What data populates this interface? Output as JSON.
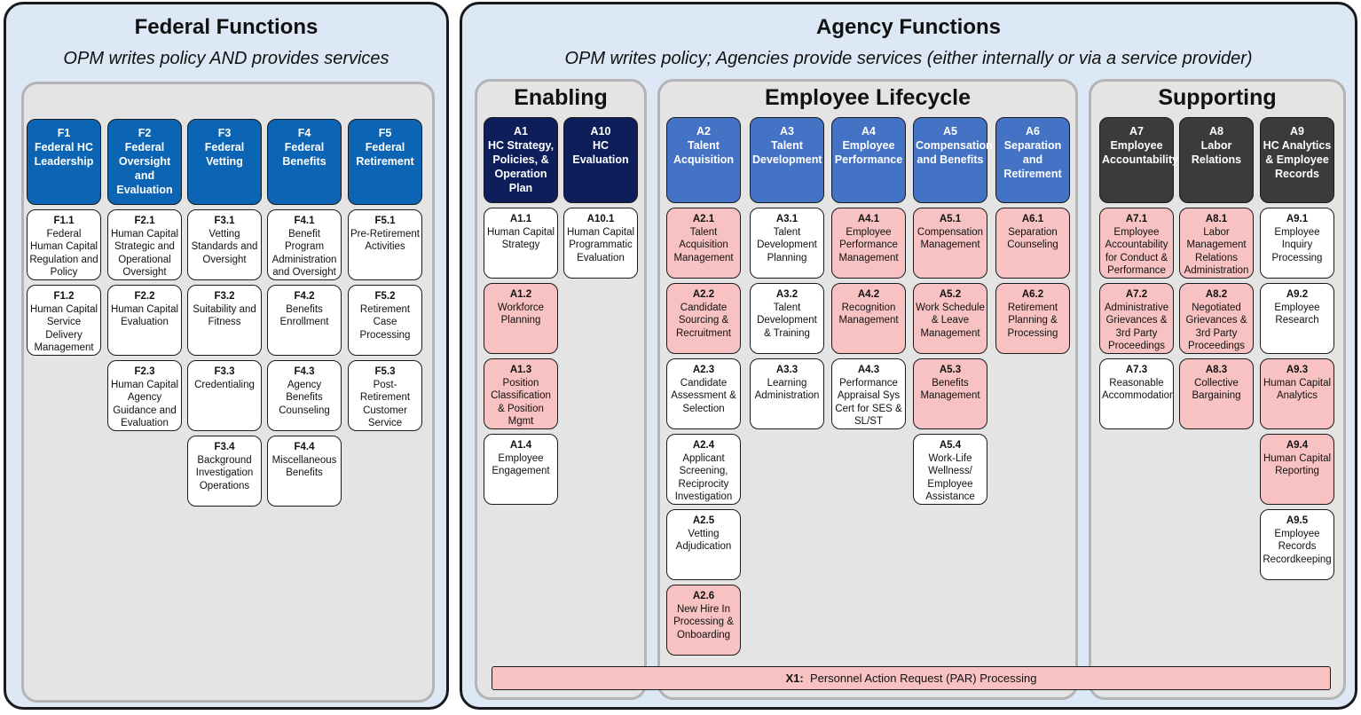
{
  "federal": {
    "title": "Federal Functions",
    "subtitle": "OPM writes policy AND provides services",
    "columns": [
      {
        "code": "F1",
        "name": "Federal HC Leadership",
        "cards": [
          {
            "code": "F1.1",
            "name": "Federal Human Capital Regulation and Policy",
            "highlight": false
          },
          {
            "code": "F1.2",
            "name": "Human Capital Service Delivery Management",
            "highlight": false
          }
        ]
      },
      {
        "code": "F2",
        "name": "Federal Oversight and Evaluation",
        "cards": [
          {
            "code": "F2.1",
            "name": "Human Capital Strategic and Operational Oversight",
            "highlight": false
          },
          {
            "code": "F2.2",
            "name": "Human Capital Evaluation",
            "highlight": false
          },
          {
            "code": "F2.3",
            "name": "Human Capital Agency Guidance and Evaluation",
            "highlight": false
          }
        ]
      },
      {
        "code": "F3",
        "name": "Federal Vetting",
        "cards": [
          {
            "code": "F3.1",
            "name": "Vetting Standards and Oversight",
            "highlight": false
          },
          {
            "code": "F3.2",
            "name": "Suitability and Fitness",
            "highlight": false
          },
          {
            "code": "F3.3",
            "name": "Credentialing",
            "highlight": false
          },
          {
            "code": "F3.4",
            "name": "Background Investigation Operations",
            "highlight": false
          }
        ]
      },
      {
        "code": "F4",
        "name": "Federal Benefits",
        "cards": [
          {
            "code": "F4.1",
            "name": "Benefit Program Administration and Oversight",
            "highlight": false
          },
          {
            "code": "F4.2",
            "name": "Benefits Enrollment",
            "highlight": false
          },
          {
            "code": "F4.3",
            "name": "Agency Benefits Counseling",
            "highlight": false
          },
          {
            "code": "F4.4",
            "name": "Miscellaneous Benefits",
            "highlight": false
          }
        ]
      },
      {
        "code": "F5",
        "name": "Federal Retirement",
        "cards": [
          {
            "code": "F5.1",
            "name": "Pre-Retirement Activities",
            "highlight": false
          },
          {
            "code": "F5.2",
            "name": "Retirement Case Processing",
            "highlight": false
          },
          {
            "code": "F5.3",
            "name": "Post-Retirement Customer Service",
            "highlight": false
          }
        ]
      }
    ]
  },
  "agency": {
    "title": "Agency Functions",
    "subtitle": "OPM writes policy; Agencies provide services (either internally or via a service provider)",
    "enabling": {
      "title": "Enabling",
      "columns": [
        {
          "code": "A1",
          "name": "HC Strategy, Policies, & Operation Plan",
          "cards": [
            {
              "code": "A1.1",
              "name": "Human Capital Strategy",
              "highlight": false
            },
            {
              "code": "A1.2",
              "name": "Workforce Planning",
              "highlight": true
            },
            {
              "code": "A1.3",
              "name": "Position Classification & Position Mgmt",
              "highlight": true
            },
            {
              "code": "A1.4",
              "name": "Employee Engagement",
              "highlight": false
            }
          ]
        },
        {
          "code": "A10",
          "name": "HC Evaluation",
          "cards": [
            {
              "code": "A10.1",
              "name": "Human Capital Programmatic Evaluation",
              "highlight": false
            }
          ]
        }
      ]
    },
    "lifecycle": {
      "title": "Employee Lifecycle",
      "columns": [
        {
          "code": "A2",
          "name": "Talent Acquisition",
          "cards": [
            {
              "code": "A2.1",
              "name": "Talent Acquisition Management",
              "highlight": true
            },
            {
              "code": "A2.2",
              "name": "Candidate Sourcing & Recruitment",
              "highlight": true
            },
            {
              "code": "A2.3",
              "name": "Candidate Assessment & Selection",
              "highlight": false
            },
            {
              "code": "A2.4",
              "name": "Applicant Screening, Reciprocity Investigation",
              "highlight": false
            },
            {
              "code": "A2.5",
              "name": "Vetting Adjudication",
              "highlight": false
            },
            {
              "code": "A2.6",
              "name": "New Hire In Processing & Onboarding",
              "highlight": true
            }
          ]
        },
        {
          "code": "A3",
          "name": "Talent Development",
          "cards": [
            {
              "code": "A3.1",
              "name": "Talent Development Planning",
              "highlight": false
            },
            {
              "code": "A3.2",
              "name": "Talent Development & Training",
              "highlight": false
            },
            {
              "code": "A3.3",
              "name": "Learning Administration",
              "highlight": false
            }
          ]
        },
        {
          "code": "A4",
          "name": "Employee Performance",
          "cards": [
            {
              "code": "A4.1",
              "name": "Employee Performance Management",
              "highlight": true
            },
            {
              "code": "A4.2",
              "name": "Recognition Management",
              "highlight": true
            },
            {
              "code": "A4.3",
              "name": "Performance Appraisal Sys Cert for SES & SL/ST",
              "highlight": false
            }
          ]
        },
        {
          "code": "A5",
          "name": "Compensation and Benefits",
          "cards": [
            {
              "code": "A5.1",
              "name": "Compensation Management",
              "highlight": true
            },
            {
              "code": "A5.2",
              "name": "Work Schedule & Leave Management",
              "highlight": true
            },
            {
              "code": "A5.3",
              "name": "Benefits Management",
              "highlight": true
            },
            {
              "code": "A5.4",
              "name": "Work-Life Wellness/ Employee Assistance",
              "highlight": false
            }
          ]
        },
        {
          "code": "A6",
          "name": "Separation and Retirement",
          "cards": [
            {
              "code": "A6.1",
              "name": "Separation Counseling",
              "highlight": true
            },
            {
              "code": "A6.2",
              "name": "Retirement Planning & Processing",
              "highlight": true
            }
          ]
        }
      ]
    },
    "supporting": {
      "title": "Supporting",
      "columns": [
        {
          "code": "A7",
          "name": "Employee Accountability",
          "cards": [
            {
              "code": "A7.1",
              "name": "Employee Accountability for Conduct & Performance",
              "highlight": true
            },
            {
              "code": "A7.2",
              "name": "Administrative Grievances & 3rd Party Proceedings",
              "highlight": true
            },
            {
              "code": "A7.3",
              "name": "Reasonable Accommodation",
              "highlight": false
            }
          ]
        },
        {
          "code": "A8",
          "name": "Labor Relations",
          "cards": [
            {
              "code": "A8.1",
              "name": "Labor Management Relations Administration",
              "highlight": true
            },
            {
              "code": "A8.2",
              "name": "Negotiated Grievances & 3rd Party Proceedings",
              "highlight": true
            },
            {
              "code": "A8.3",
              "name": "Collective Bargaining",
              "highlight": true
            }
          ]
        },
        {
          "code": "A9",
          "name": "HC Analytics & Employee Records",
          "cards": [
            {
              "code": "A9.1",
              "name": "Employee Inquiry Processing",
              "highlight": false
            },
            {
              "code": "A9.2",
              "name": "Employee Research",
              "highlight": false
            },
            {
              "code": "A9.3",
              "name": "Human Capital Analytics",
              "highlight": true
            },
            {
              "code": "A9.4",
              "name": "Human Capital Reporting",
              "highlight": true
            },
            {
              "code": "A9.5",
              "name": "Employee Records Recordkeeping",
              "highlight": false
            }
          ]
        }
      ]
    },
    "crosscut": {
      "code": "X1:",
      "name": "Personnel Action Request (PAR) Processing"
    }
  },
  "colors": {
    "panel_bg": "#dce8f5",
    "group_bg": "#e4e4e4",
    "federal_header": "#0c64b4",
    "enabling_header": "#0e1e5a",
    "lifecycle_header": "#4472c4",
    "supporting_header": "#3b3b3b",
    "highlight_card": "#f8c2c2",
    "normal_card": "#ffffff"
  }
}
